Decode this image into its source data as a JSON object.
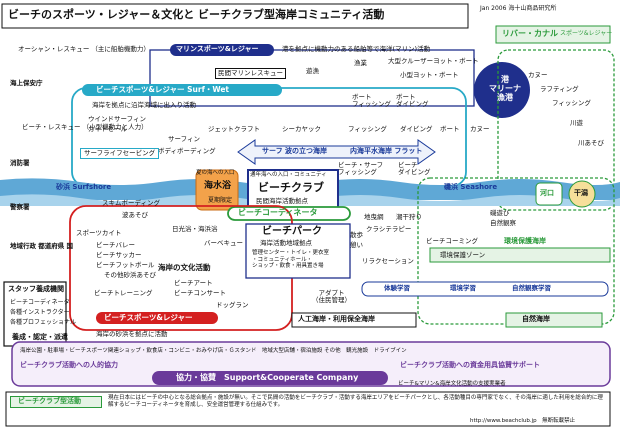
{
  "header": {
    "title": "ビーチのスポーツ・レジャー＆文化と ビーチクラブ型海岸コミュニティ活動",
    "date_credit": "Jan 2006 海十山商品研究所",
    "river_canal": "リバー・カナル",
    "river_canal_sub": "スポーツ&レジャー"
  },
  "marina": {
    "label": "マリンスポーツ&レジャー",
    "note": "港を拠点に機動力のある船舶等で海洋(マリン)活動",
    "items": [
      "民間マリンレスキュー",
      "遊漁",
      "漁業",
      "大型クルーザーヨット・ボート",
      "小型ヨット・ボート"
    ],
    "port": "港\nマリーナ\n漁港"
  },
  "left_labels": {
    "ocean_rescue": "オーシャン・レスキュー\n（主に船舶機動力）",
    "coast_guard": "海上保安庁",
    "beach_rescue": "ビーチ・レスキュー\n（小型機動力と人力）",
    "fire": "消防署",
    "police": "警察署",
    "local_gov": "地域行政\n都道府県\n国"
  },
  "surf": {
    "label": "ビーチスポーツ&レジャー Surf・Wet",
    "note": "海岸を拠点に沿岸海域に出入り活動",
    "items": [
      "ウインドサーフィン",
      "カイトセール",
      "サーフィン",
      "ボディボーディング",
      "ジェットクラフト",
      "シーカヤック",
      "ボート\nフィッシング",
      "ボート\nダイビング",
      "フィッシング",
      "ダイビング",
      "ボート",
      "カヌー",
      "サーフライフセービング",
      "ビーチ・サーフ\nフィッシング",
      "ビーチ\nダイビング"
    ],
    "arrow_left": "サーフ 波の立つ海岸",
    "arrow_right": "内海平水海岸 フラット",
    "river_items": [
      "カヌー",
      "ラフティング",
      "フィッシング",
      "川遊",
      "川あそび"
    ]
  },
  "shore": {
    "sand": "砂浜 Surfshore",
    "rock": "磯浜 Seashore",
    "river_mouth": "河口",
    "tideflat": "干潟",
    "beach_house": "夏の海への入口",
    "beach_house_name": "海水浴",
    "beach_house_sub": "夏期限定",
    "year_round": "通年海への入口・コミュニティ",
    "club": "ビーチクラブ",
    "club_sub": "民間海岸活動拠点",
    "coordinator": "ビーチコーディネータ",
    "iso_items": [
      "磯遊び",
      "自然観察"
    ]
  },
  "beach": {
    "items": [
      "スキムボーディング",
      "波あそび",
      "スポーツカイト",
      "ビーチバレー",
      "ビーチサッカー",
      "ビーチフットボール",
      "その他砂浜あそび",
      "ビーチトレーニング",
      "日光浴・海浜浴",
      "バーベキュー",
      "海岸の文化活動",
      "ビーチアート",
      "ビーチコンサート",
      "ドッグラン"
    ],
    "park": "ビーチパーク",
    "park_sub": "海岸活動地域拠点",
    "park_facilities": "管理センター・トイレ・更衣室\n・コミュニティホール・\nショップ・飲食・用具置き場",
    "mid_items": [
      "地曳網",
      "潮干狩り",
      "散歩",
      "憩い",
      "クラシテラピー",
      "リラクセーション",
      "ビーチコーミング"
    ],
    "adopt": "アダプト\n（住民管理）",
    "artificial": "人工海岸・利用保全海岸",
    "nature_coast": "自然海岸",
    "env": "環境保護海岸",
    "env_note": "環境保護ゾーン",
    "learning": [
      "体験学習",
      "環境学習",
      "自然観察学習"
    ]
  },
  "staff": {
    "title": "スタッフ養成機関",
    "items": [
      "ビーチコーディネータ",
      "各種インストラクター",
      "各種プロフェッショナル"
    ],
    "footer": "養成・認定・派遣"
  },
  "beach_sports": {
    "label": "ビーチスポーツ&レジャー",
    "note": "海岸の砂浜を拠点に活動"
  },
  "community": {
    "row": "海岸公園・駐車場・ビーチスポーツ関連ショップ・飲食店・コンビニ・おみやげ店・Ｇスタンド　地域大型店舗・宿泊施設 その他　観光施設　ドライブイン",
    "left": "ビーチクラブ活動への人的協力",
    "center": "協力・協賛　Support&Cooperate Company",
    "right": "ビーチクラブ活動への資金用具協賛サポート",
    "right_note": "ビーチ&マリン&海岸文化活動の支援実業者",
    "footer_label": "ビーチクラブ型活動",
    "footer_text": "現在日本にはビーチの中心となる総合拠点・施設が無い。そこで民間の活動をビーチクラブ・活動する海岸エリアをビーチパークとし、各活動種目の専門家でなく、その海岸に適した利用を総合的に理解するビーチコーディネータを育成し、安全運営管理する仕組みです。",
    "url": "http://www.beachclub.jp　無断転載禁止"
  },
  "colors": {
    "navy": "#1f2f8c",
    "blue": "#1a6fd1",
    "red": "#d42020",
    "green": "#2a9a3a",
    "purple": "#6a3a9a",
    "orange": "#f3a24a",
    "sea": "#5fa8d6",
    "cyan": "#27a9c7"
  }
}
